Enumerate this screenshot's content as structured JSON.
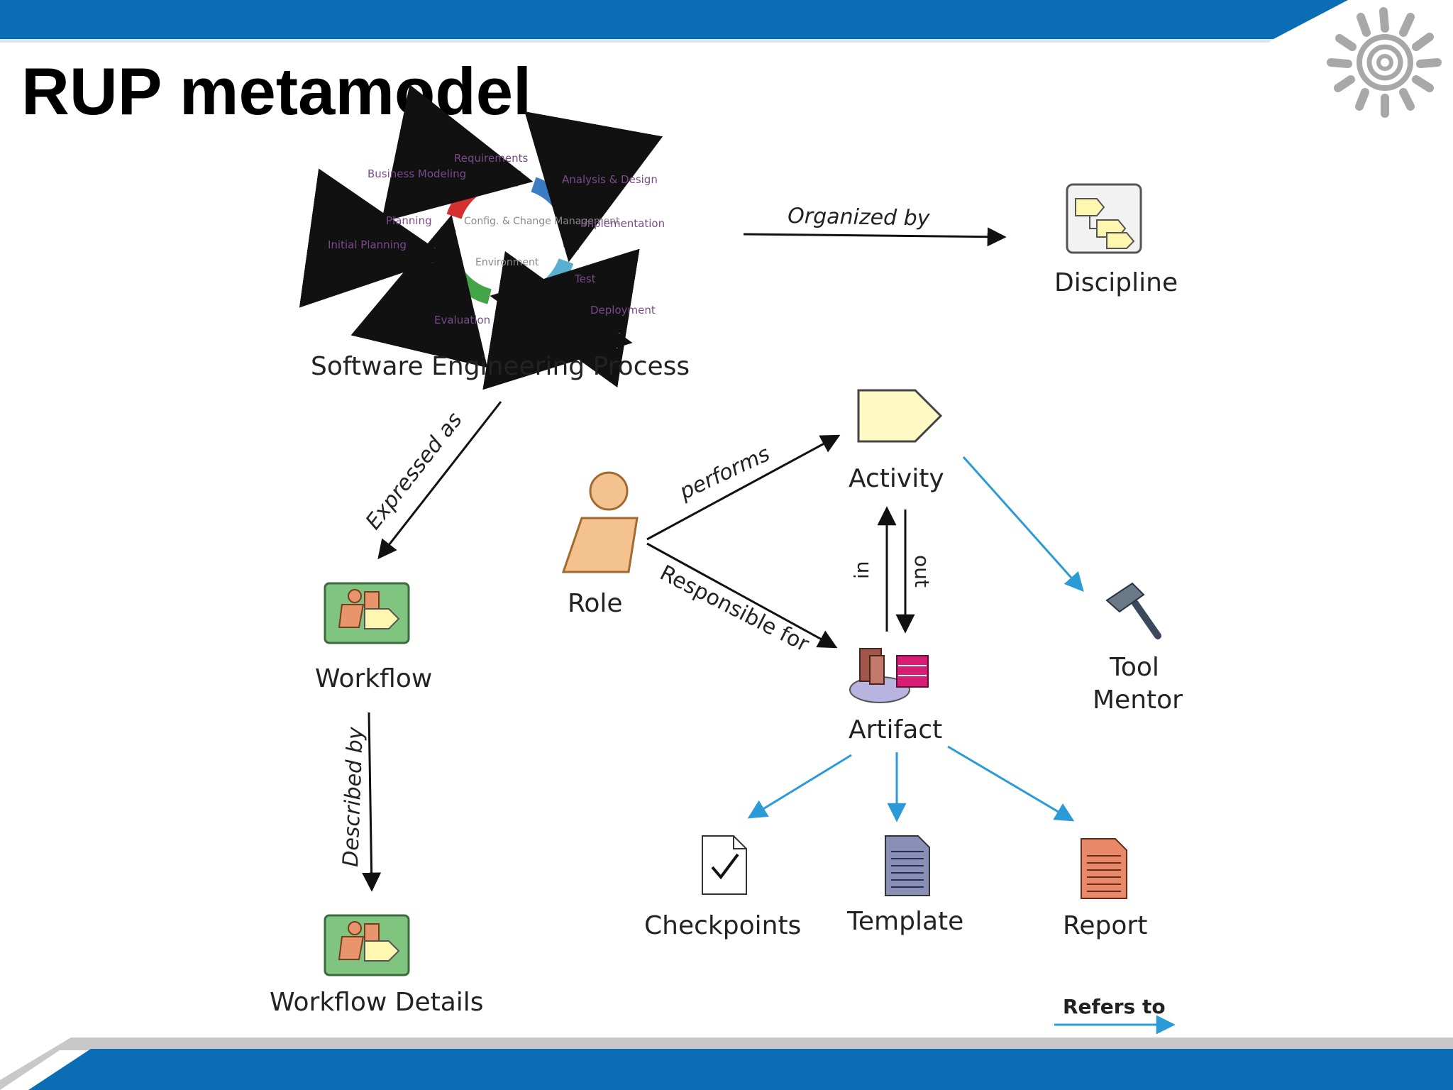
{
  "slide": {
    "title": "RUP metamodel",
    "colors": {
      "band_blue": "#0b6db3",
      "band_gray": "#c8c8c8",
      "logo_gray": "#a8a8a8",
      "link_blue": "#2a9bd6"
    },
    "logo_icon": "sun-spiral-icon"
  },
  "cycle": {
    "labels": {
      "requirements": "Requirements",
      "business_modeling": "Business Modeling",
      "analysis_design": "Analysis & Design",
      "planning": "Planning",
      "config_mgmt": "Config. & Change Management",
      "implementation": "Implementation",
      "initial_planning": "Initial Planning",
      "environment": "Environment",
      "test": "Test",
      "deployment": "Deployment",
      "evaluation": "Evaluation"
    },
    "caption": "Software Engineering Process"
  },
  "nodes": {
    "discipline": "Discipline",
    "activity": "Activity",
    "role": "Role",
    "workflow": "Workflow",
    "workflow_details": "Workflow Details",
    "tool_mentor_line1": "Tool",
    "tool_mentor_line2": "Mentor",
    "artifact": "Artifact",
    "checkpoints": "Checkpoints",
    "template": "Template",
    "report": "Report"
  },
  "edges": {
    "organized_by": "Organized by",
    "expressed_as": "Expressed as",
    "performs": "performs",
    "responsible_for": "Responsible for",
    "in": "in",
    "out": "out",
    "described_by": "Described by"
  },
  "legend": {
    "refers_to": "Refers to"
  }
}
